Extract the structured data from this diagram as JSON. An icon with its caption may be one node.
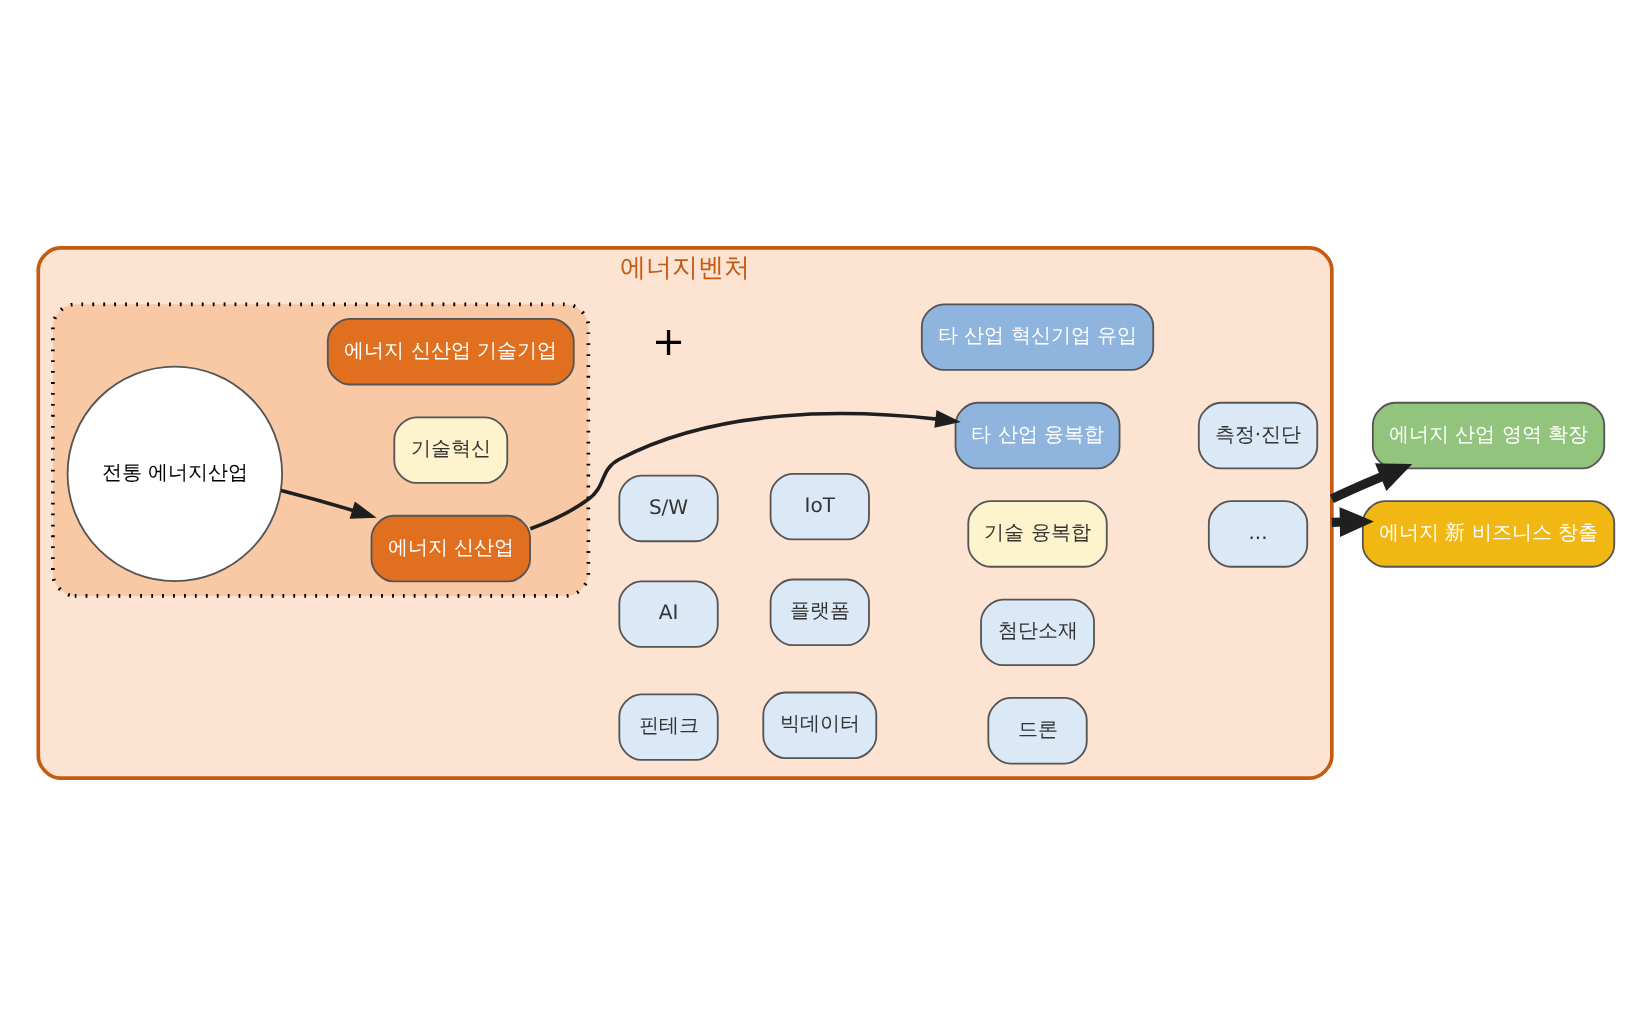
{
  "diagram": {
    "nodes": [
      {
        "text": [
          "에너지벤처"
        ]
      },
      {
        "text": [],
        "shape": "box",
        "in": 0
      },
      {
        "text": [
          "전통 에너지산업"
        ],
        "in": 1
      },
      {
        "text": [
          "에너지 신산업"
        ],
        "in": 1
      },
      {
        "text": [
          "기술혁신"
        ],
        "in": 1
      },
      {
        "text": [
          "에너지 신산업 기술기업"
        ],
        "in": 1
      },
      {
        "text": [
          "S/W"
        ],
        "in": 0
      },
      {
        "text": [
          "IoT"
        ],
        "in": 0
      },
      {
        "text": [
          "AI"
        ],
        "in": 0
      },
      {
        "text": [
          "플랫폼"
        ],
        "in": 0
      },
      {
        "text": [
          "핀테크"
        ],
        "in": 0
      },
      {
        "text": [
          "빅데이터"
        ],
        "in": 0
      },
      {
        "text": [
          "타 산업 융복합"
        ],
        "in": 0
      },
      {
        "text": [
          "기술 융복합"
        ],
        "in": 0
      },
      {
        "text": [
          "타 산업 혁신기업 유입"
        ],
        "in": 0
      },
      {
        "text": [
          "첨단소재"
        ],
        "in": 0
      },
      {
        "text": [
          "측정·진단"
        ],
        "in": 0
      },
      {
        "text": [
          "드론"
        ],
        "in": 0
      },
      {
        "text": [
          "..."
        ],
        "in": 0
      },
      {
        "text": [
          "에너지 산업 영역 확장"
        ]
      },
      {
        "text": [
          "에너지 新 비즈니스 창출"
        ]
      }
    ],
    "edges": [
      {
        "from": 2,
        "to": 3,
        "arrow": "to"
      },
      {
        "from": 3,
        "to": 12,
        "arrow": "to"
      },
      {
        "from": 0,
        "to": 19,
        "arrow": "to",
        "style": "thick"
      },
      {
        "from": 0,
        "to": 20,
        "arrow": "to",
        "style": "thick"
      }
    ],
    "labels": [
      "+"
    ]
  }
}
